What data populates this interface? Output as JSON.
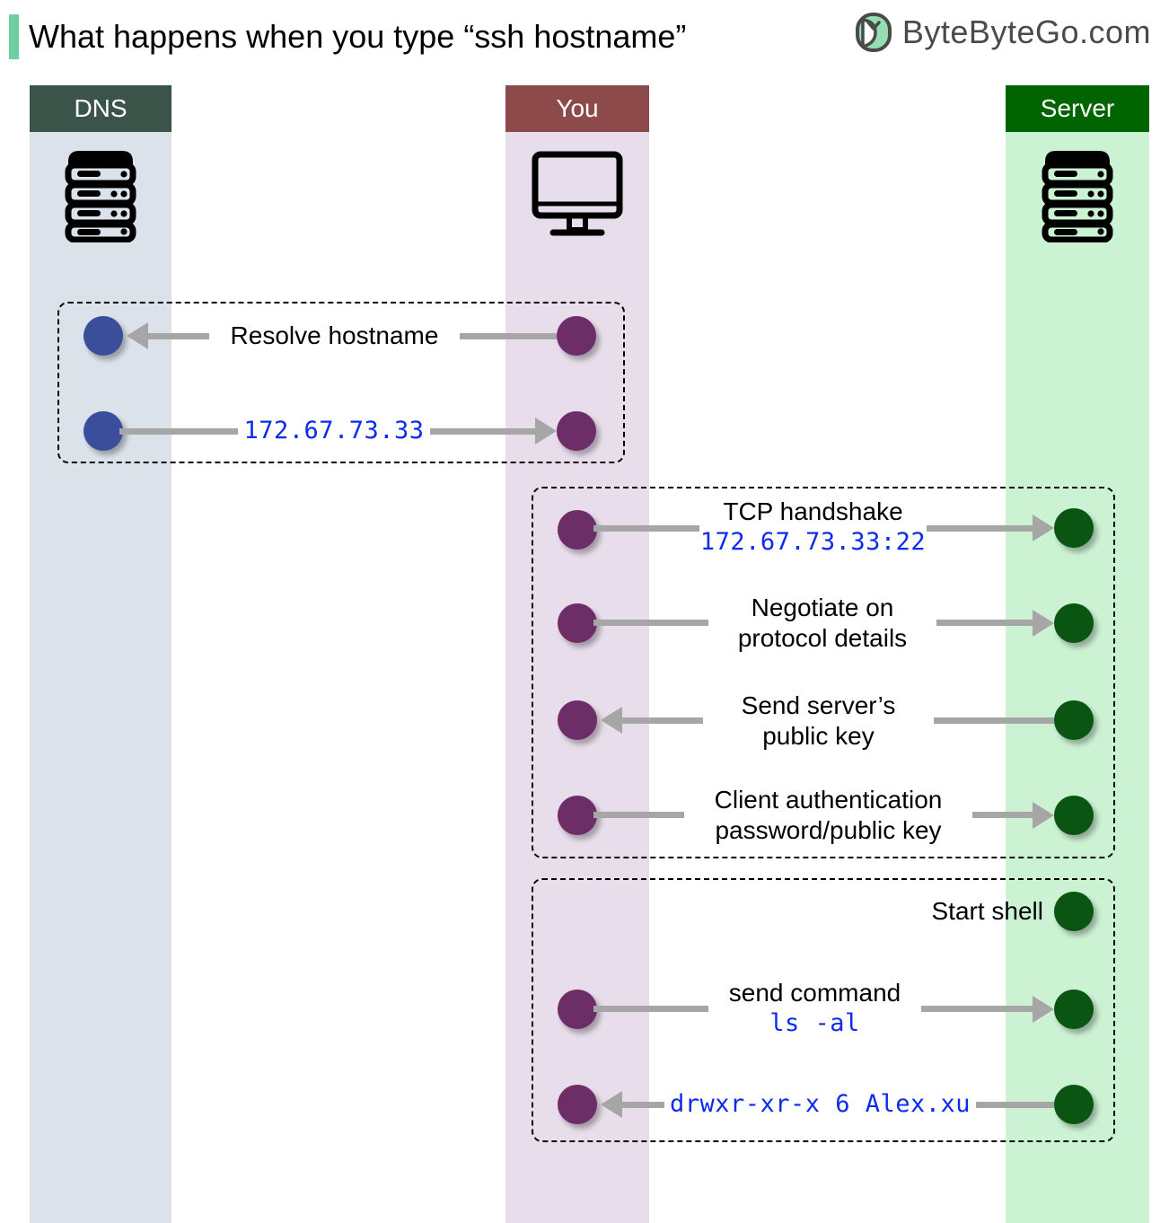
{
  "header": {
    "title": "What happens when you type “ssh hostname”",
    "brand": "ByteByteGo.com",
    "accent_color": "#6ecfa0",
    "brand_text_color": "#4a4a4a"
  },
  "lanes": [
    {
      "id": "dns",
      "label": "DNS",
      "header_color": "#3b5449",
      "band_color": "#dbe2ea",
      "icon": "server-rack-icon",
      "node_color": "#3a4e9b"
    },
    {
      "id": "you",
      "label": "You",
      "header_color": "#8d4a4a",
      "band_color": "#e8ddeb",
      "icon": "desktop-monitor-icon",
      "node_color": "#6d2e68"
    },
    {
      "id": "server",
      "label": "Server",
      "header_color": "#006400",
      "band_color": "#ccf2d4",
      "icon": "server-rack-icon",
      "node_color": "#0a5512"
    }
  ],
  "groups": [
    {
      "id": "dns-resolution",
      "messages": [
        {
          "label": "Resolve hostname",
          "mono": "",
          "direction": "left",
          "from": "you",
          "to": "dns"
        },
        {
          "label": "",
          "mono": "172.67.73.33",
          "direction": "right",
          "from": "dns",
          "to": "you"
        }
      ]
    },
    {
      "id": "ssh-setup",
      "messages": [
        {
          "label": "TCP handshake",
          "mono": "172.67.73.33:22",
          "direction": "right",
          "from": "you",
          "to": "server"
        },
        {
          "label": "Negotiate on\nprotocol details",
          "mono": "",
          "direction": "right",
          "from": "you",
          "to": "server"
        },
        {
          "label": "Send server’s\npublic key",
          "mono": "",
          "direction": "left",
          "from": "server",
          "to": "you"
        },
        {
          "label": "Client authentication\npassword/public key",
          "mono": "",
          "direction": "right",
          "from": "you",
          "to": "server"
        }
      ]
    },
    {
      "id": "shell-session",
      "messages": [
        {
          "label": "Start shell",
          "mono": "",
          "direction": "none",
          "from": "server",
          "to": "server"
        },
        {
          "label": "send command",
          "mono": "ls -al",
          "direction": "right",
          "from": "you",
          "to": "server"
        },
        {
          "label": "",
          "mono": "drwxr-xr-x  6 Alex.xu",
          "direction": "left",
          "from": "server",
          "to": "you"
        }
      ]
    }
  ],
  "colors": {
    "arrow": "#a6a6a6",
    "mono_text": "#0d2bf0",
    "dashed_border": "#000000"
  }
}
